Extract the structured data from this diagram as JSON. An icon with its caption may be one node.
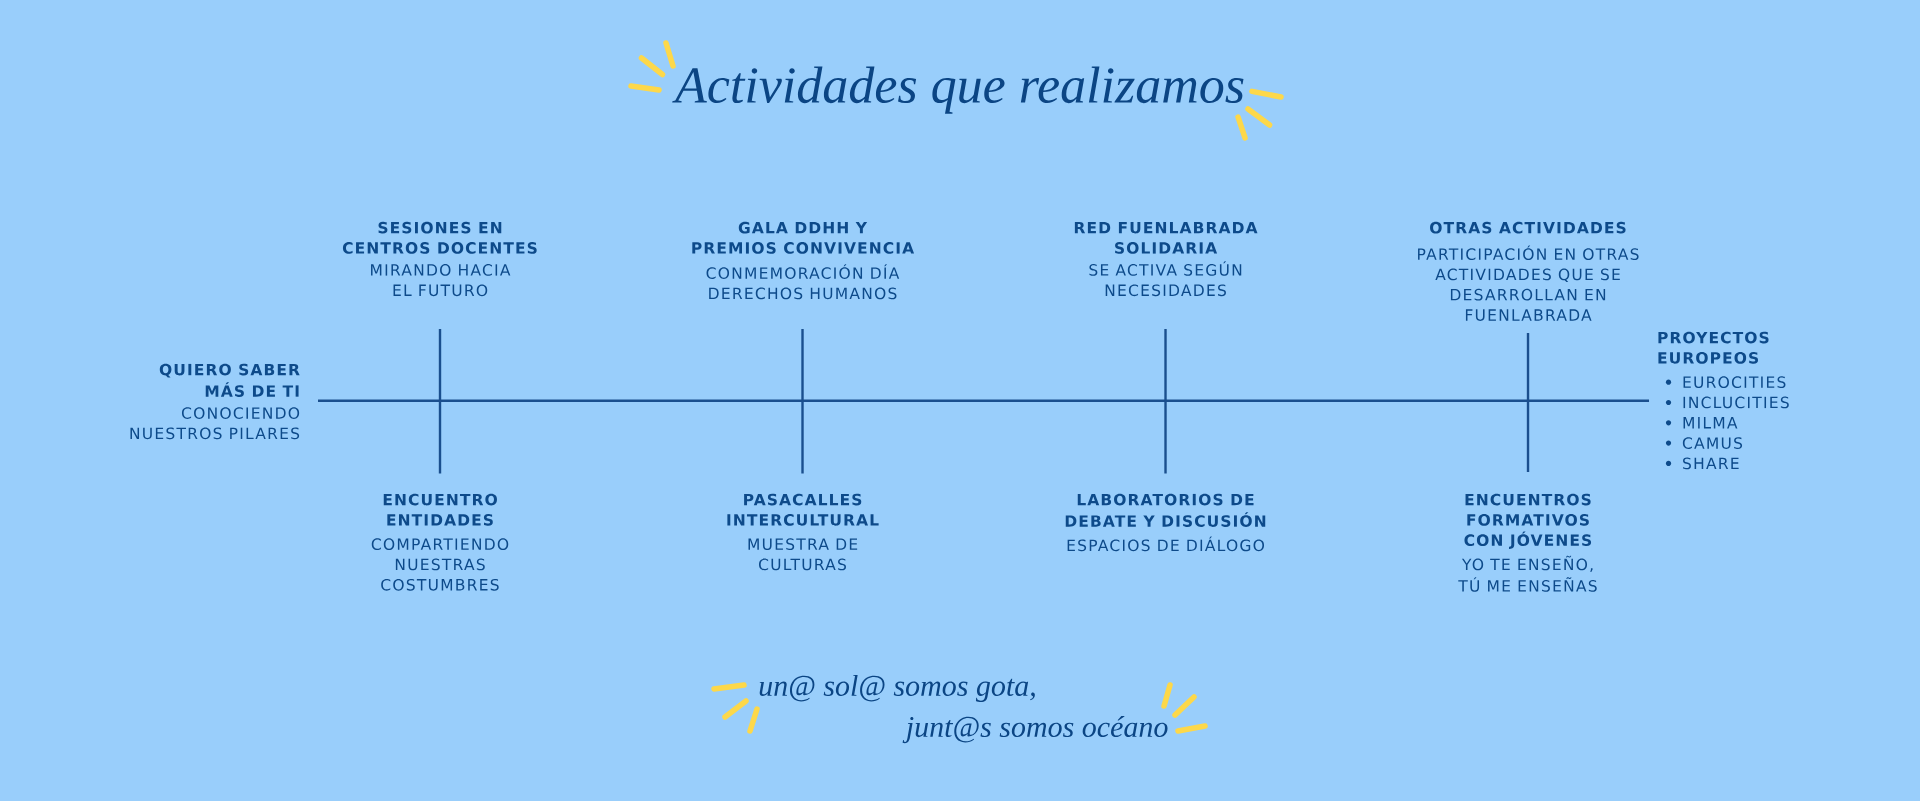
{
  "diagram": {
    "title": "Actividades que realizamos",
    "nodes": [
      {
        "text": [
          "QUIERO SABER MÁS DE TI",
          "CONOCIENDO NUESTROS PILARES"
        ]
      },
      {
        "text": [
          "SESIONES EN CENTROS DOCENTES",
          "MIRANDO HACIA EL FUTURO"
        ]
      },
      {
        "text": [
          "ENCUENTRO ENTIDADES",
          "COMPARTIENDO NUESTRAS COSTUMBRES"
        ]
      },
      {
        "text": [
          "GALA DDHH Y PREMIOS CONVIVENCIA",
          "CONMEMORACIÓN DÍA DERECHOS HUMANOS"
        ]
      },
      {
        "text": [
          "PASACALLES INTERCULTURAL",
          "MUESTRA DE CULTURAS"
        ]
      },
      {
        "text": [
          "RED FUENLABRADA SOLIDARIA",
          "SE ACTIVA SEGÚN NECESIDADES"
        ]
      },
      {
        "text": [
          "LABORATORIOS DE DEBATE Y DISCUSIÓN",
          "ESPACIOS DE DIÁLOGO"
        ]
      },
      {
        "text": [
          "OTRAS ACTIVIDADES",
          "PARTICIPACIÓN EN OTRAS ACTIVIDADES QUE SE DESARROLLAN EN FUENLABRADA"
        ]
      },
      {
        "text": [
          "ENCUENTROS FORMATIVOS CON JÓVENES",
          "YO TE ENSEÑO, TÚ ME ENSEÑAS"
        ]
      },
      {
        "text": [
          "PROYECTOS EUROPEOS",
          "EUROCITIES",
          "INCLUCITIES",
          "MILMA",
          "CAMUS",
          "SHARE"
        ]
      }
    ],
    "edges": [
      {
        "from": 0,
        "to": 9,
        "arrow": "none"
      },
      {
        "from": 1,
        "to": 2,
        "arrow": "none"
      },
      {
        "from": 3,
        "to": 4,
        "arrow": "none"
      },
      {
        "from": 5,
        "to": 6,
        "arrow": "none"
      },
      {
        "from": 7,
        "to": 8,
        "arrow": "none"
      }
    ],
    "labels": [
      "un@ sol@ somos gota,",
      "junt@s somos océano"
    ]
  }
}
